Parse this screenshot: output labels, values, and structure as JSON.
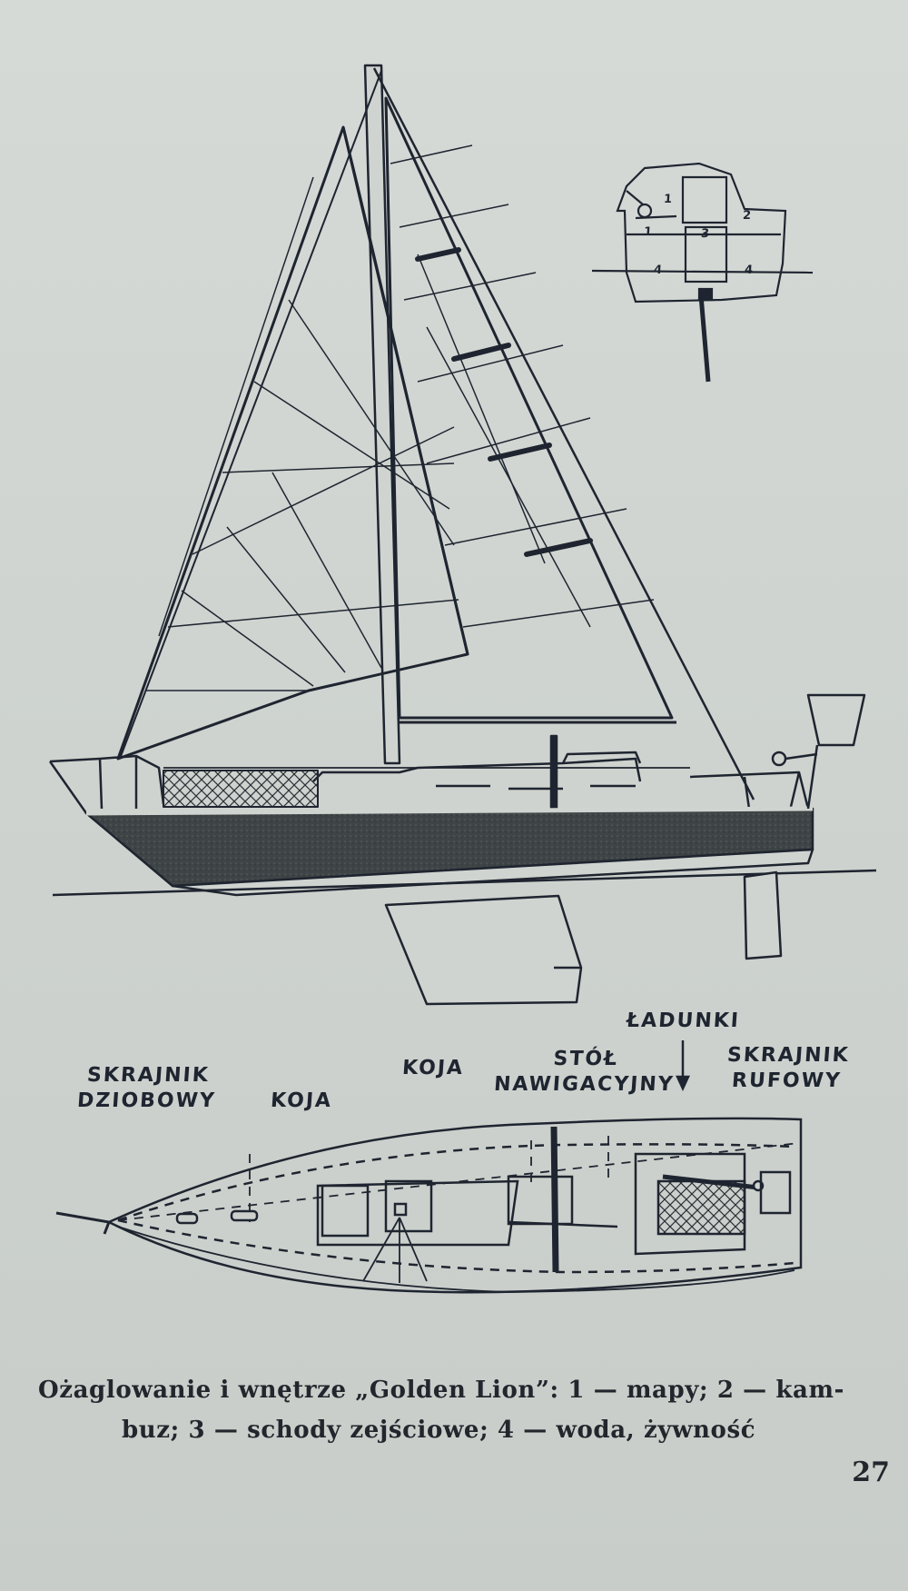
{
  "labels": {
    "skrajnik_dziobowy_1": "SKRAJNIK",
    "skrajnik_dziobowy_2": "DZIOBOWY",
    "koja_left": "KOJA",
    "koja_center": "KOJA",
    "stol_1": "STÓŁ",
    "stol_2": "NAWIGACYJNY",
    "ladunki": "ŁADUNKI",
    "skrajnik_rufowy_1": "SKRAJNIK",
    "skrajnik_rufowy_2": "RUFOWY"
  },
  "section_numbers": {
    "n1a": "1",
    "n1b": "1",
    "n2": "2",
    "n3": "3",
    "n4a": "4",
    "n4b": "4"
  },
  "caption": {
    "line1": "Ożaglowanie i wnętrze „Golden Lion”: 1 — mapy; 2 — kam-",
    "line2": "buz; 3 — schody zejściowe; 4 — woda, żywność"
  },
  "page_number": "27",
  "colors": {
    "paper": "#cfd4d0",
    "ink": "#1f2530",
    "hull_dark": "#3f4446"
  }
}
